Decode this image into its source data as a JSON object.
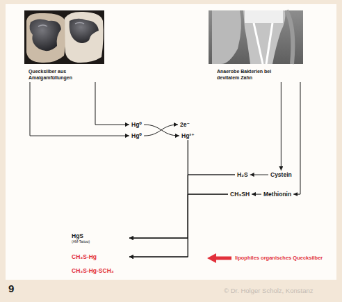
{
  "diagram": {
    "nodes": [
      {
        "text": [
          "Quecksilber aus Amalgamfüllungen"
        ]
      },
      {
        "text": [
          "Anaerobe Bakterien bei devitalem Zahn"
        ]
      },
      {
        "text": [
          "Hg⁰"
        ]
      },
      {
        "text": [
          "2e⁻"
        ]
      },
      {
        "text": [
          "Hg⁰"
        ]
      },
      {
        "text": [
          "Hg²⁺"
        ]
      },
      {
        "text": [
          "H₂S"
        ]
      },
      {
        "text": [
          "Cystein"
        ]
      },
      {
        "text": [
          "CH₃SH"
        ]
      },
      {
        "text": [
          "Methionin"
        ]
      },
      {
        "text": [
          "HgS",
          "(AM-Tattoo)"
        ]
      },
      {
        "text": [
          "CH₃S-Hg"
        ]
      },
      {
        "text": [
          "CH₃S-Hg-SCH₃"
        ]
      }
    ],
    "edges": [
      {
        "from": 0,
        "to": 2,
        "arrow": "to"
      },
      {
        "from": 0,
        "to": 4,
        "arrow": "to"
      },
      {
        "from": 2,
        "to": 5,
        "arrow": "to"
      },
      {
        "from": 4,
        "to": 3,
        "arrow": "to"
      },
      {
        "from": 1,
        "to": 7,
        "arrow": "to"
      },
      {
        "from": 1,
        "to": 9,
        "arrow": "to"
      },
      {
        "from": 7,
        "to": 6,
        "arrow": "to"
      },
      {
        "from": 9,
        "to": 8,
        "arrow": "to"
      },
      {
        "from": 5,
        "to": 10,
        "arrow": "to"
      },
      {
        "from": 5,
        "to": 11,
        "arrow": "to"
      },
      {
        "from": 6,
        "to": 10,
        "arrow": "to"
      },
      {
        "from": 6,
        "to": 11,
        "arrow": "to"
      },
      {
        "from": 8,
        "to": 10,
        "arrow": "to"
      },
      {
        "from": 8,
        "to": 11,
        "arrow": "to"
      }
    ],
    "labels": [
      "lipophiles organisches Quecksilber",
      "9",
      "© Dr. Holger Scholz, Konstanz"
    ]
  }
}
